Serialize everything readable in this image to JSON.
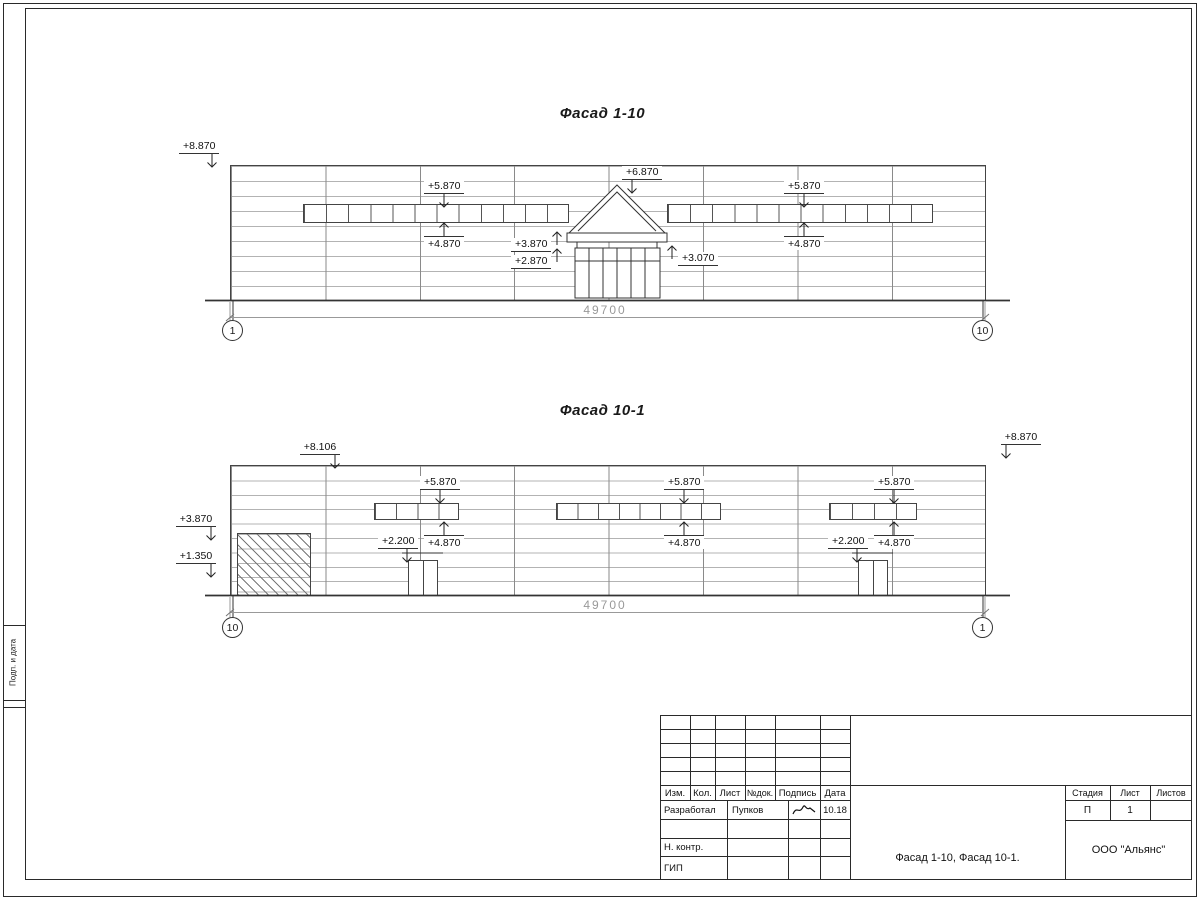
{
  "facade1": {
    "title": "Фасад 1-10",
    "dim": "49700",
    "axisL": "1",
    "axisR": "10",
    "marks": {
      "m8870": "+8.870",
      "m5870L": "+5.870",
      "m6870": "+6.870",
      "m5870R": "+5.870",
      "m4870L": "+4.870",
      "m3870": "+3.870",
      "m2870": "+2.870",
      "m3070": "+3.070",
      "m4870R": "+4.870"
    }
  },
  "facade2": {
    "title": "Фасад 10-1",
    "dim": "49700",
    "axisL": "10",
    "axisR": "1",
    "marks": {
      "m8106": "+8.106",
      "m8870": "+8.870",
      "m5870a": "+5.870",
      "m5870b": "+5.870",
      "m5870c": "+5.870",
      "m3870": "+3.870",
      "m1350": "+1.350",
      "m2200L": "+2.200",
      "m4870L": "+4.870",
      "m4870C": "+4.870",
      "m2200R": "+2.200",
      "m4870R": "+4.870"
    }
  },
  "titleblock": {
    "headers": {
      "izm": "Изм.",
      "kol": "Кол.",
      "list": "Лист",
      "ndok": "№док.",
      "podpis": "Подпись",
      "data": "Дата"
    },
    "razrabotal": "Разработал",
    "fio": "Пупков",
    "date": "10.18",
    "nkontr": "Н. контр.",
    "gip": "ГИП",
    "doc_title": "Фасад 1-10, Фасад 10-1.",
    "org": "ООО \"Альянс\"",
    "stadiya_label": "Стадия",
    "list_label": "Лист",
    "listov_label": "Листов",
    "stadiya": "П",
    "list_no": "1"
  },
  "side": {
    "label": "Подп. и дата"
  }
}
